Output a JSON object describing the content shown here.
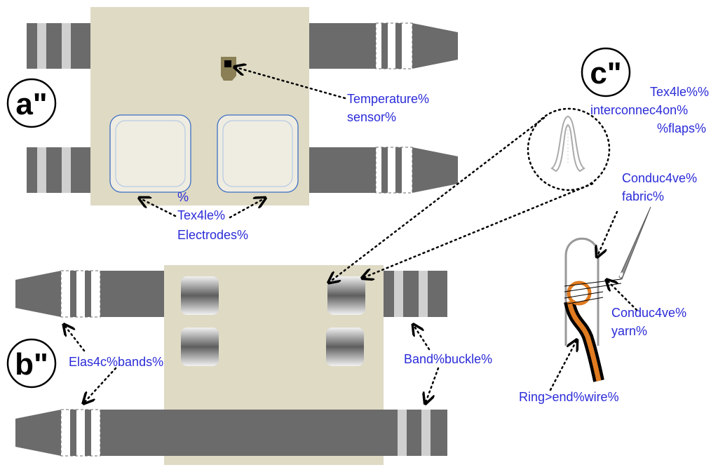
{
  "panels": {
    "a": "a\"",
    "b": "b\"",
    "c": "c\""
  },
  "labels": {
    "temperature_sensor": [
      "Temperature%",
      "sensor%"
    ],
    "textile_electrodes": [
      "%",
      "Tex4le%",
      "Electrodes%"
    ],
    "elastic_bands": "Elas4c%bands%",
    "band_buckle": "Band%buckle%",
    "textile_interconnection_flaps": [
      "Tex4le%%",
      "interconnec4on%",
      "%flaps%"
    ],
    "conductive_fabric": [
      "Conduc4ve%",
      "fabric%"
    ],
    "conductive_yarn": [
      "Conduc4ve%",
      "yarn%"
    ],
    "ring_end_wire": "Ring>end%wire%"
  },
  "colors": {
    "label_text": "#2b2bd9",
    "garment_fabric": "#dedac4",
    "band_gray": "#6b6b6b",
    "band_stripe": "#d0d0d0",
    "electrode_fill": "#efece1",
    "electrode_border": "#3d6fc4",
    "sensor_body": "#8a7f55",
    "wire_orange": "#e07b20"
  },
  "icons": {
    "sensor": "square-chip",
    "needle": "sewing-needle",
    "magnifier": "dotted-circle-zoom"
  }
}
